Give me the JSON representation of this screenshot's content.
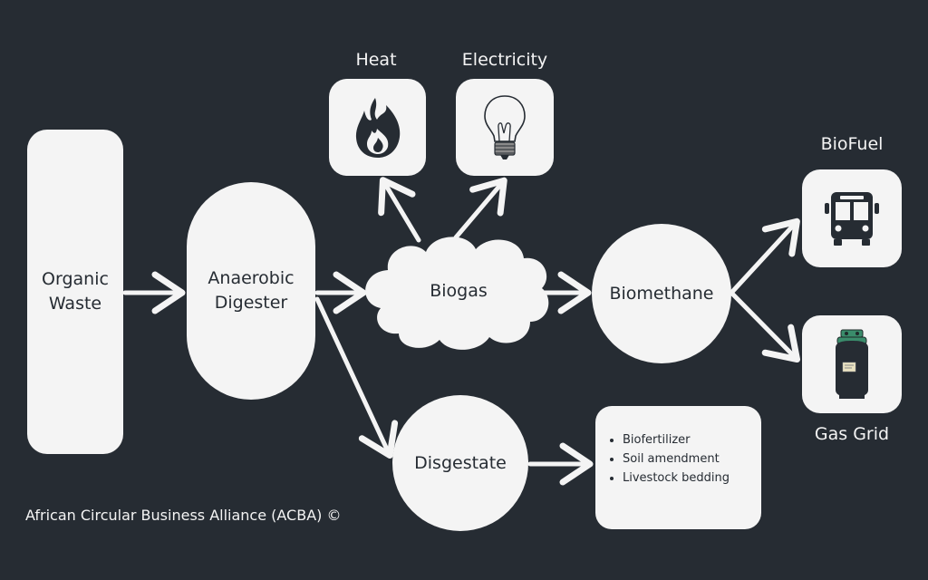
{
  "nodes": {
    "organic_waste": "Organic\nWaste",
    "anaerobic_digester": "Anaerobic\nDigester",
    "biogas": "Biogas",
    "biomethane": "Biomethane",
    "digestate": "Disgestate"
  },
  "outputs": {
    "heat": "Heat",
    "electricity": "Electricity",
    "biofuel": "BioFuel",
    "gas_grid": "Gas Grid"
  },
  "digestate_uses": [
    "Biofertilizer",
    "Soil amendment",
    "Livestock bedding"
  ],
  "footer": "African Circular Business Alliance (ACBA) ©",
  "colors": {
    "background": "#262c33",
    "shape_fill": "#f4f4f4"
  },
  "icons": [
    "flame-icon",
    "lightbulb-icon",
    "bus-icon",
    "gas-cylinder-icon"
  ]
}
